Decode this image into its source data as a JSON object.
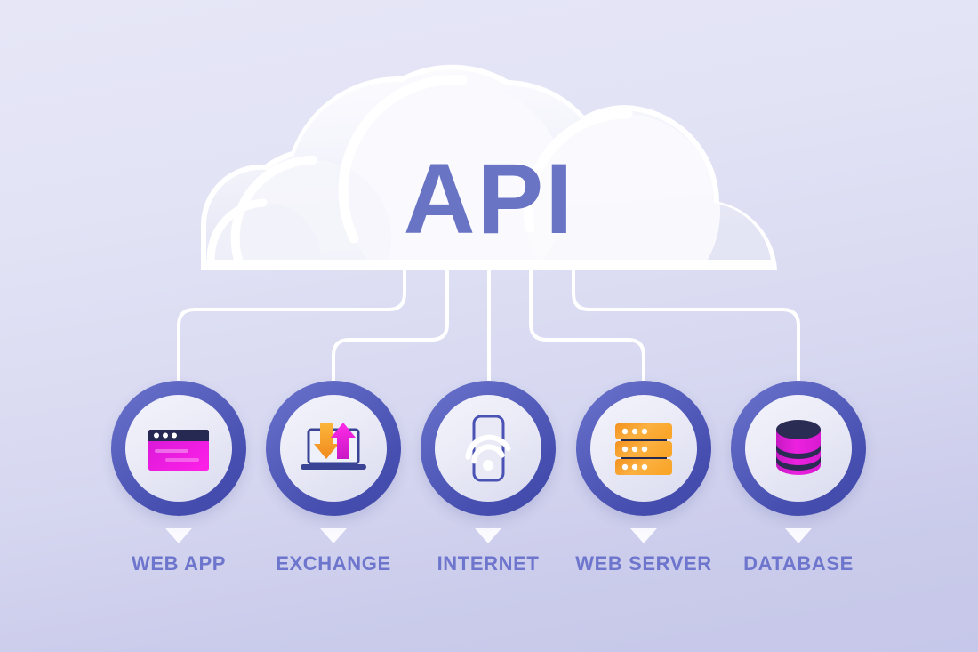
{
  "diagram": {
    "title": "API",
    "title_color": "#6a74c5",
    "cloud_label_name": "api-cloud",
    "background": {
      "top_color": "#e6e6f7",
      "bottom_color": "#c6c7ea"
    },
    "connector_color": "#ffffff",
    "ring_color": "#4d55b3",
    "label_color": "#6d76cc"
  },
  "nodes": [
    {
      "id": "web-app",
      "label": "WEB APP",
      "icon": "browser-window-icon",
      "colors": {
        "primary": "#e91fe0",
        "secondary": "#262a52"
      }
    },
    {
      "id": "exchange",
      "label": "EXCHANGE",
      "icon": "laptop-exchange-arrows-icon",
      "colors": {
        "primary": "#f7a02a",
        "secondary": "#e31fd6",
        "outline": "#3b4394"
      }
    },
    {
      "id": "internet",
      "label": "INTERNET",
      "icon": "wifi-device-icon",
      "colors": {
        "primary": "#ffffff",
        "outline": "#4a53b4"
      }
    },
    {
      "id": "web-server",
      "label": "WEB SERVER",
      "icon": "server-rack-icon",
      "colors": {
        "primary": "#f9a62b",
        "secondary": "#222a52"
      }
    },
    {
      "id": "database",
      "label": "DATABASE",
      "icon": "database-cylinder-icon",
      "colors": {
        "primary": "#e81fdd",
        "secondary": "#2a2c54"
      }
    }
  ]
}
